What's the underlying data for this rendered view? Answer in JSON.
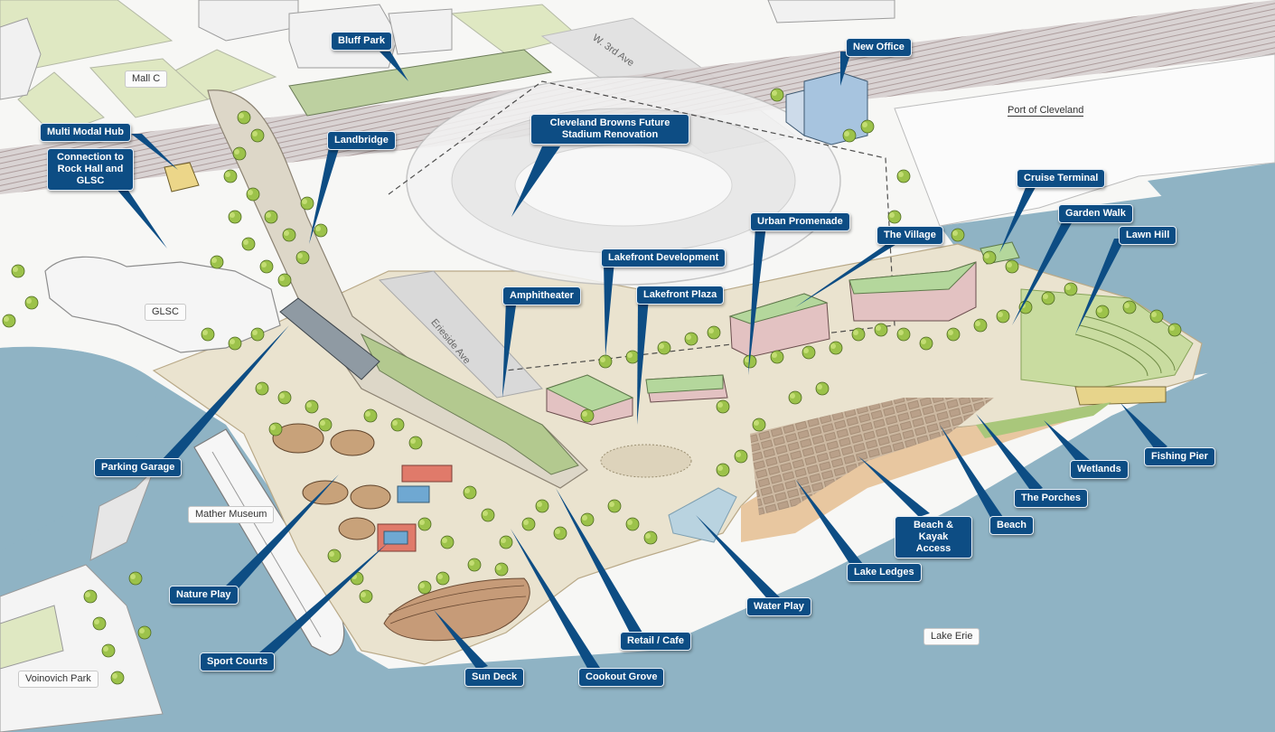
{
  "callouts": {
    "bluff_park": "Bluff Park",
    "new_office": "New Office",
    "multi_modal_hub": "Multi Modal Hub",
    "connection": "Connection to Rock Hall and GLSC",
    "landbridge": "Landbridge",
    "stadium": "Cleveland Browns Future Stadium Renovation",
    "cruise_terminal": "Cruise Terminal",
    "garden_walk": "Garden Walk",
    "lawn_hill": "Lawn Hill",
    "urban_promenade": "Urban Promenade",
    "the_village": "The Village",
    "lakefront_development": "Lakefront Development",
    "amphitheater": "Amphitheater",
    "lakefront_plaza": "Lakefront Plaza",
    "parking_garage": "Parking Garage",
    "wetlands": "Wetlands",
    "fishing_pier": "Fishing Pier",
    "the_porches": "The Porches",
    "beach_kayak": "Beach & Kayak Access",
    "beach": "Beach",
    "lake_ledges": "Lake Ledges",
    "water_play": "Water Play",
    "nature_play": "Nature Play",
    "sport_courts": "Sport Courts",
    "retail_cafe": "Retail / Cafe",
    "sun_deck": "Sun Deck",
    "cookout_grove": "Cookout Grove"
  },
  "places": {
    "mall_c": "Mall C",
    "port_of_cleveland": "Port of Cleveland",
    "glsc": "GLSC",
    "mather_museum": "Mather Museum",
    "lake_erie": "Lake Erie",
    "voinovich_park": "Voinovich Park"
  },
  "streets": {
    "w3rd": "W. 3rd Ave",
    "erieside": "Erieside Ave"
  },
  "colors": {
    "water": "#8fb3c4",
    "callout_fill": "#0d4d84",
    "lawn": "#c9dca0",
    "tree": "#9cc24a",
    "building_pink": "#e3c2c2",
    "roof_green": "#b4d79c",
    "plaza": "#eae3cf",
    "beach": "#e8c7a0"
  }
}
